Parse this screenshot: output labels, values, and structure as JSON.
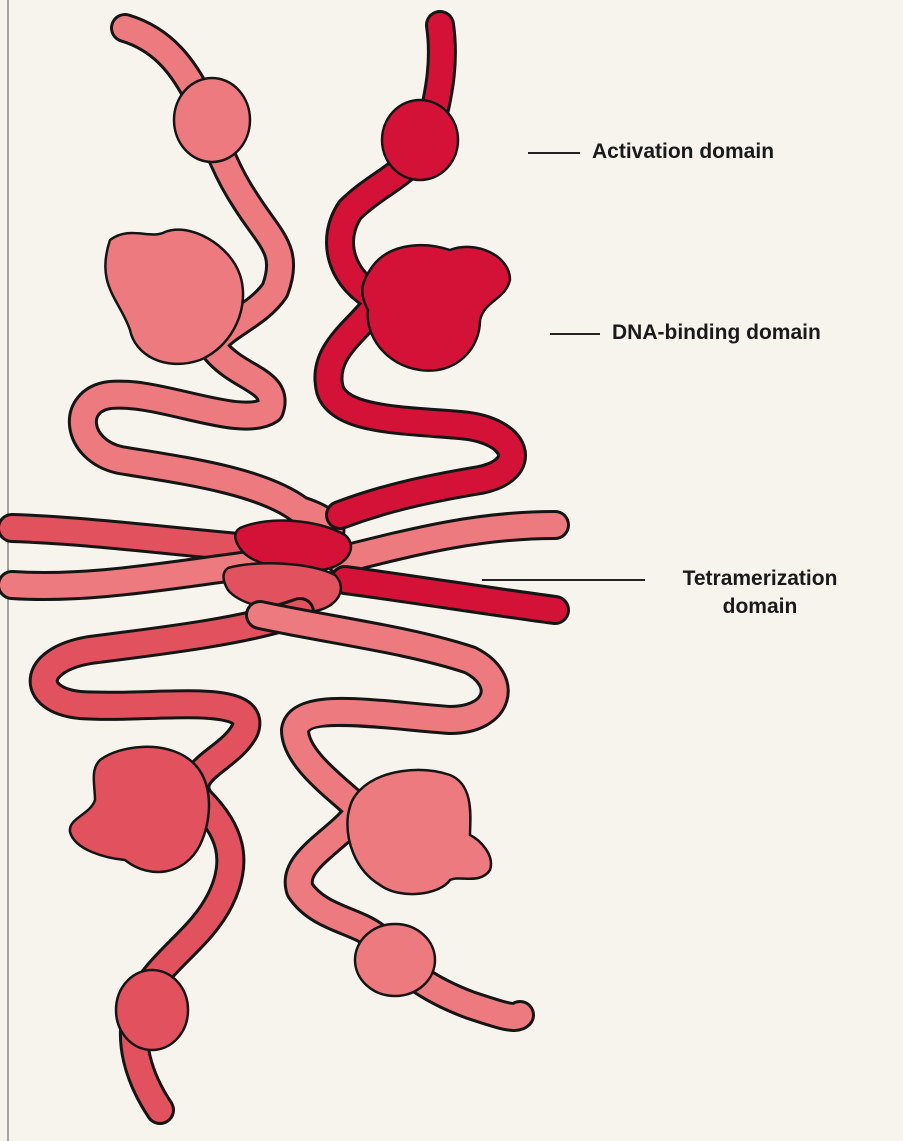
{
  "labels": {
    "activation": "Activation domain",
    "dna_binding": "DNA-binding domain",
    "tetramerization_line1": "Tetramerization",
    "tetramerization_line2": "domain"
  },
  "colors": {
    "background": "#f7f4ee",
    "protein_light": "#ec7a7e",
    "protein_medium": "#e1515e",
    "protein_dark": "#d41238",
    "outline": "#151515",
    "leader_line": "#222222"
  }
}
